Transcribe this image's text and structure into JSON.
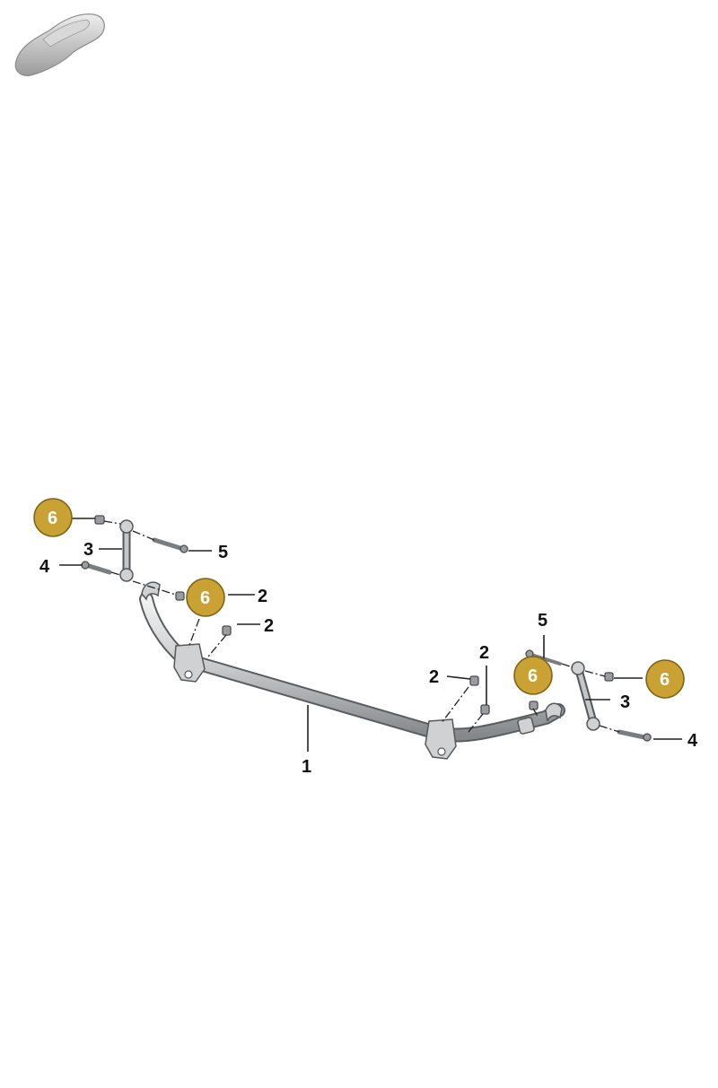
{
  "thumbnail": {
    "icon": "car-silhouette-icon"
  },
  "callouts": {
    "part_1": "1",
    "part_2": "2",
    "part_3": "3",
    "part_4": "4",
    "part_5": "5",
    "part_6": "6"
  },
  "colors": {
    "badge": "#c9a233",
    "badge_text": "#ffffff",
    "part_grey": "#cfd1d3"
  }
}
